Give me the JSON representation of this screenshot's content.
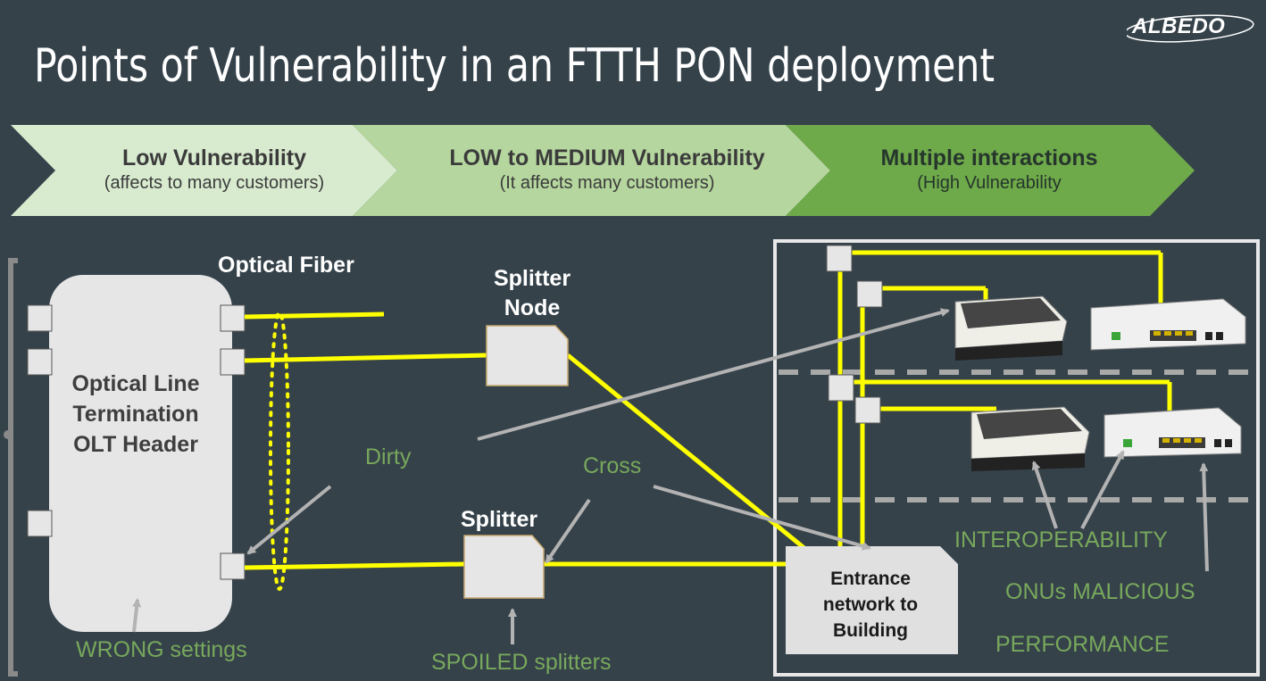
{
  "title": "Points of Vulnerability in an FTTH PON deployment",
  "logo": {
    "text": "ALBEDO"
  },
  "bands": [
    {
      "heading": "Low Vulnerability",
      "sub": "(affects to many customers)",
      "color": "#d8ebcf"
    },
    {
      "heading": "LOW to MEDIUM Vulnerability",
      "sub": "(It affects many customers)",
      "color": "#b5d69e"
    },
    {
      "heading": "Multiple interactions",
      "sub": "(High Vulnerability",
      "color": "#6ea94a"
    }
  ],
  "nodes": {
    "olt": "Optical Line Termination OLT Header",
    "optical_fiber": "Optical Fiber",
    "splitter_node": "Splitter Node",
    "splitter": "Splitter",
    "entrance": "Entrance network to Building"
  },
  "issues": {
    "dirty": "Dirty",
    "cross": "Cross",
    "wrong_settings": "WRONG settings",
    "spoiled_splitters": "SPOILED splitters",
    "interoperability": "INTEROPERABILITY",
    "onus_malicious": "ONUs MALICIOUS",
    "performance": "PERFORMANCE"
  },
  "colors": {
    "background": "#35424a",
    "fiber": "#ffff00",
    "device_box": "#e0e0e0",
    "issue_text": "#78a85c",
    "arrow": "#b3b3b3"
  }
}
